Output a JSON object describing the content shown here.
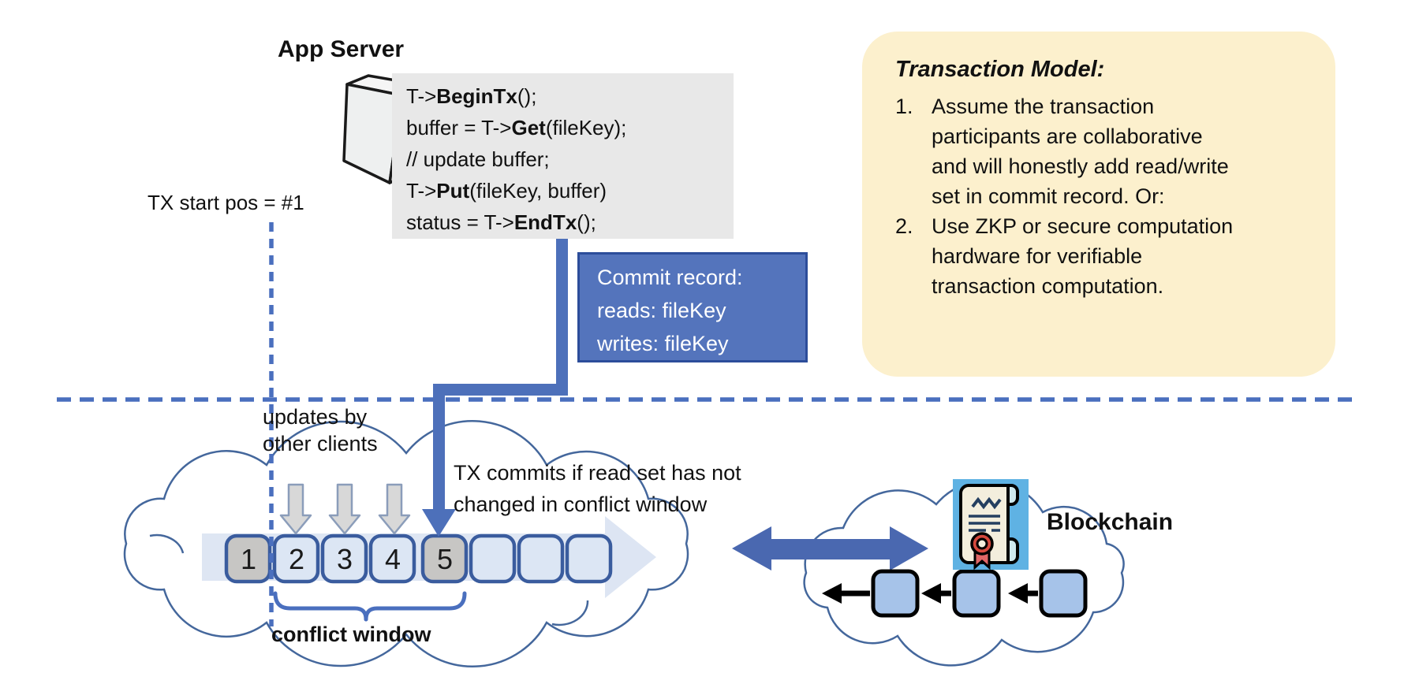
{
  "colors": {
    "accent_blue": "#4d70ba",
    "dashed_line_blue": "#4a6fbe",
    "commit_box_fill": "#5474bc",
    "commit_box_border": "#2c4d9a",
    "timeline_box_border": "#3a5c9e",
    "timeline_box_fill": "#dce6f4",
    "timeline_box_gray": "#c7c6c4",
    "timeline_band": "#dae3f2",
    "cloud_stroke": "#44679c",
    "model_box_fill": "#fcf0cd",
    "code_block_fill": "#e8e8e8",
    "block_fill": "#a6c3e9",
    "scroll_icon_bg": "#5fb2e3",
    "seal_red": "#d5493d"
  },
  "app_server": {
    "title": "App Server"
  },
  "code_block": {
    "lines": [
      {
        "pre": "T->",
        "bold": "BeginTx",
        "post": "();"
      },
      {
        "pre": "buffer = T->",
        "bold": "Get",
        "post": "(fileKey);"
      },
      {
        "pre": "// update buffer;",
        "bold": "",
        "post": ""
      },
      {
        "pre": "T->",
        "bold": "Put",
        "post": "(fileKey, buffer)"
      },
      {
        "pre": "status = T->",
        "bold": "EndTx",
        "post": "();"
      }
    ]
  },
  "tx_start_label": "TX start pos = #1",
  "commit_record": {
    "text": "Commit record:\nreads: fileKey\nwrites: fileKey"
  },
  "transaction_model": {
    "title": "Transaction Model:",
    "items": [
      {
        "number": "1.",
        "text": "Assume the transaction\nparticipants are collaborative\nand will honestly add read/write\nset in commit record.  Or:"
      },
      {
        "number": "2.",
        "text": "Use ZKP or secure computation\nhardware for verifiable\ntransaction computation."
      }
    ]
  },
  "timeline": {
    "updates_label": "updates by\nother clients",
    "commit_note": "TX commits if read set has not\nchanged in conflict window",
    "conflict_window_label": "conflict window",
    "blocks": [
      {
        "label": "1",
        "highlighted": true
      },
      {
        "label": "2",
        "highlighted": false
      },
      {
        "label": "3",
        "highlighted": false
      },
      {
        "label": "4",
        "highlighted": false
      },
      {
        "label": "5",
        "highlighted": true
      },
      {
        "label": "",
        "highlighted": false
      },
      {
        "label": "",
        "highlighted": false
      },
      {
        "label": "",
        "highlighted": false
      }
    ]
  },
  "blockchain": {
    "label": "Blockchain"
  }
}
